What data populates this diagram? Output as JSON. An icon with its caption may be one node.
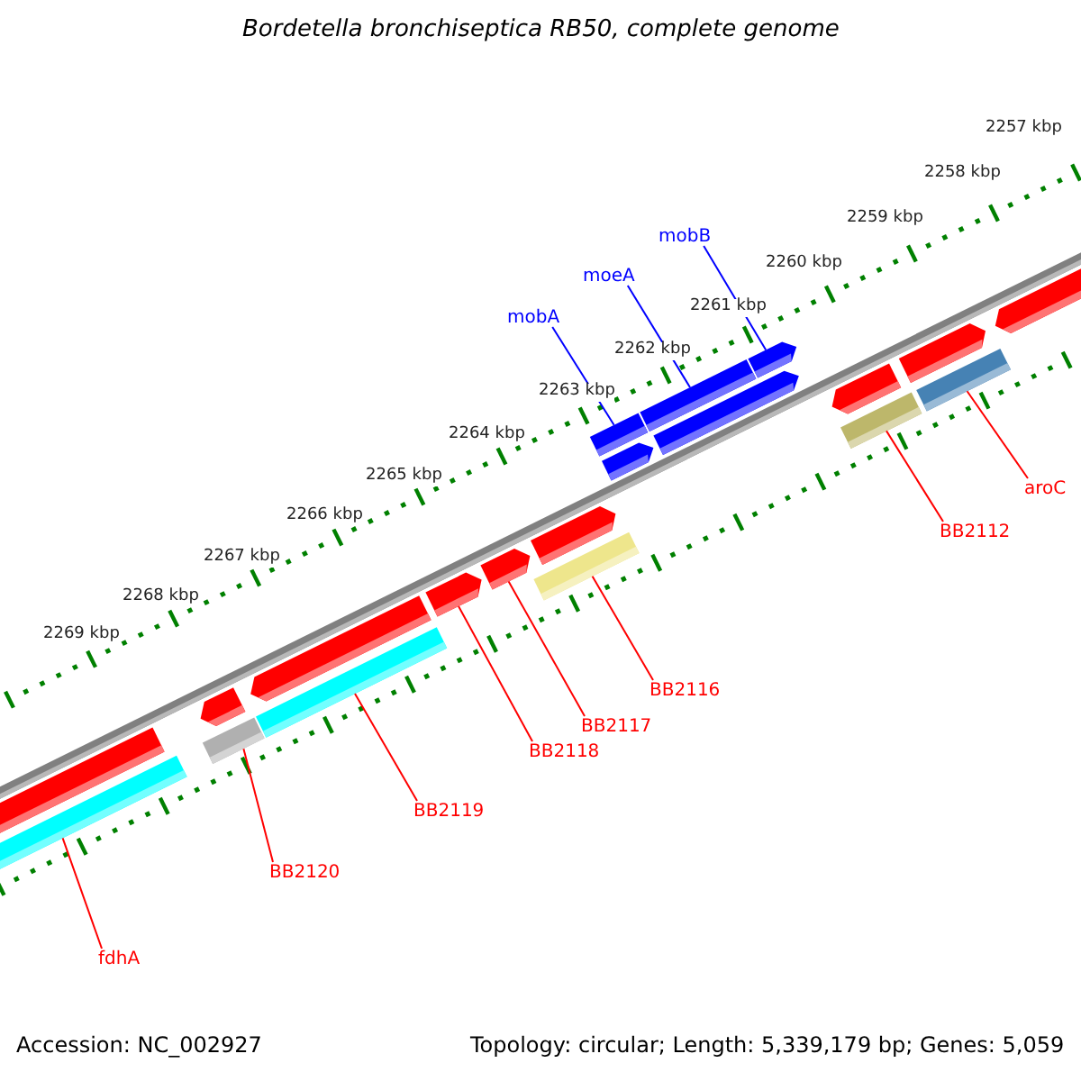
{
  "diagram": {
    "title": "Bordetella bronchiseptica RB50, complete genome",
    "nodes": [
      {
        "text": [
          "mobB"
        ]
      },
      {
        "text": [
          "moeA"
        ]
      },
      {
        "text": [
          "mobA"
        ]
      },
      {
        "text": [],
        "shape": "bar"
      },
      {
        "text": [],
        "shape": "bar"
      },
      {
        "text": [],
        "shape": "bar"
      },
      {
        "text": [],
        "shape": "bar"
      },
      {
        "text": [],
        "shape": "bar"
      },
      {
        "text": [
          "aroC"
        ]
      },
      {
        "text": [
          "BB2112"
        ]
      },
      {
        "text": [],
        "shape": "bar"
      },
      {
        "text": [],
        "shape": "bar"
      },
      {
        "text": [],
        "shape": "bar"
      },
      {
        "text": [
          "BB2116"
        ]
      },
      {
        "text": [
          "BB2117"
        ]
      },
      {
        "text": [
          "BB2118"
        ]
      },
      {
        "text": [],
        "shape": "bar"
      },
      {
        "text": [],
        "shape": "bar"
      },
      {
        "text": [],
        "shape": "bar"
      },
      {
        "text": [
          "BB2119"
        ]
      },
      {
        "text": [
          "BB2120"
        ]
      },
      {
        "text": [
          "fdhA"
        ]
      },
      {
        "text": [],
        "shape": "bar"
      },
      {
        "text": [],
        "shape": "bar"
      },
      {
        "text": [],
        "shape": "bar"
      },
      {
        "text": [],
        "shape": "bar"
      },
      {
        "text": [],
        "shape": "bar"
      },
      {
        "text": [],
        "shape": "bar"
      },
      {
        "text": [],
        "shape": "bar"
      },
      {
        "text": [],
        "shape": "bar"
      },
      {
        "text": [],
        "shape": "bar"
      }
    ],
    "edges": [
      {
        "from": 0,
        "to": 3,
        "arrow": "none",
        "color": "#0000ff"
      },
      {
        "from": 1,
        "to": 4,
        "arrow": "none",
        "color": "#0000ff"
      },
      {
        "from": 2,
        "to": 5,
        "arrow": "none",
        "color": "#0000ff"
      },
      {
        "from": 8,
        "to": 7,
        "arrow": "none"
      },
      {
        "from": 9,
        "to": 6,
        "arrow": "none"
      },
      {
        "from": 13,
        "to": 10,
        "arrow": "none"
      },
      {
        "from": 14,
        "to": 11,
        "arrow": "none"
      },
      {
        "from": 15,
        "to": 12,
        "arrow": "none"
      },
      {
        "from": 19,
        "to": 16,
        "arrow": "none"
      },
      {
        "from": 20,
        "to": 17,
        "arrow": "none"
      },
      {
        "from": 21,
        "to": 18,
        "arrow": "none"
      }
    ],
    "labels": [
      "2257 kbp",
      "2258 kbp",
      "2259 kbp",
      "2260 kbp",
      "2261 kbp",
      "2262 kbp",
      "2263 kbp",
      "2264 kbp",
      "2265 kbp",
      "2266 kbp",
      "2267 kbp",
      "2268 kbp",
      "2269 kbp",
      "Accession: NC_002927",
      "Topology: circular; Length: 5,339,179 bp; Genes: 5,059"
    ]
  }
}
